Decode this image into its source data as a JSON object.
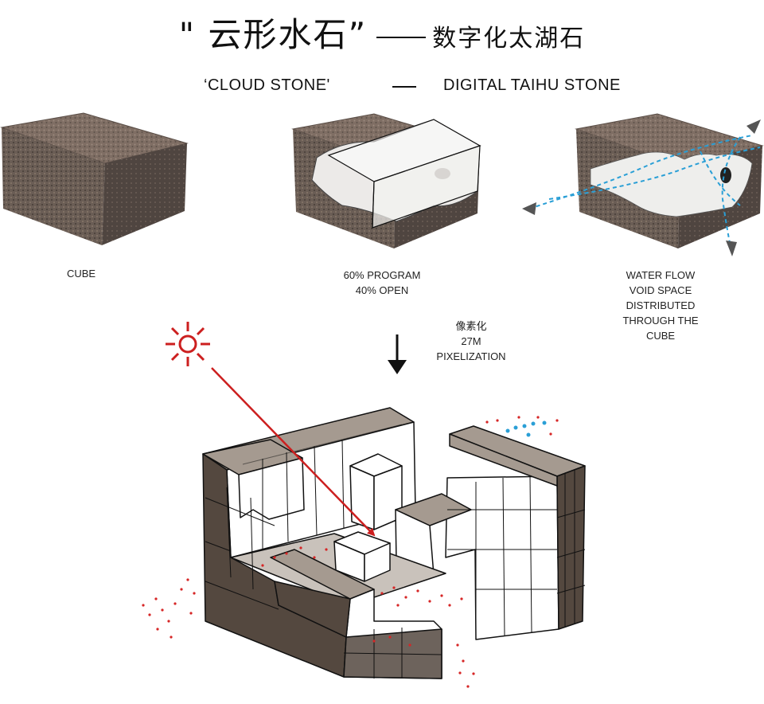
{
  "title": {
    "cn_main": "\" 云形水石”",
    "cn_sub": "数字化太湖石",
    "en_left": "‘CLOUD STONE'",
    "en_right": "DIGITAL TAIHU STONE"
  },
  "steps": [
    {
      "lines": [
        "CUBE"
      ]
    },
    {
      "lines": [
        "60% PROGRAM",
        "40% OPEN"
      ]
    },
    {
      "lines": [
        "WATER FLOW",
        "VOID SPACE",
        "DISTRIBUTED",
        "THROUGH THE",
        "CUBE"
      ]
    }
  ],
  "pixelization": {
    "lines": [
      "像素化",
      "27M",
      "PIXELIZATION"
    ]
  },
  "colors": {
    "stone_top": "#8f7d72",
    "stone_side": "#6f6158",
    "stone_dark": "#4e443e",
    "cube_dark": "#54483f",
    "cube_taupe": "#a59a90",
    "cube_white": "#ffffff",
    "sun_arrow": "#cc1f1f",
    "water": "#2a9fd6",
    "people": "#d62626"
  },
  "icons": [
    "sun-icon",
    "down-arrow-icon",
    "flow-arrow-icon"
  ]
}
